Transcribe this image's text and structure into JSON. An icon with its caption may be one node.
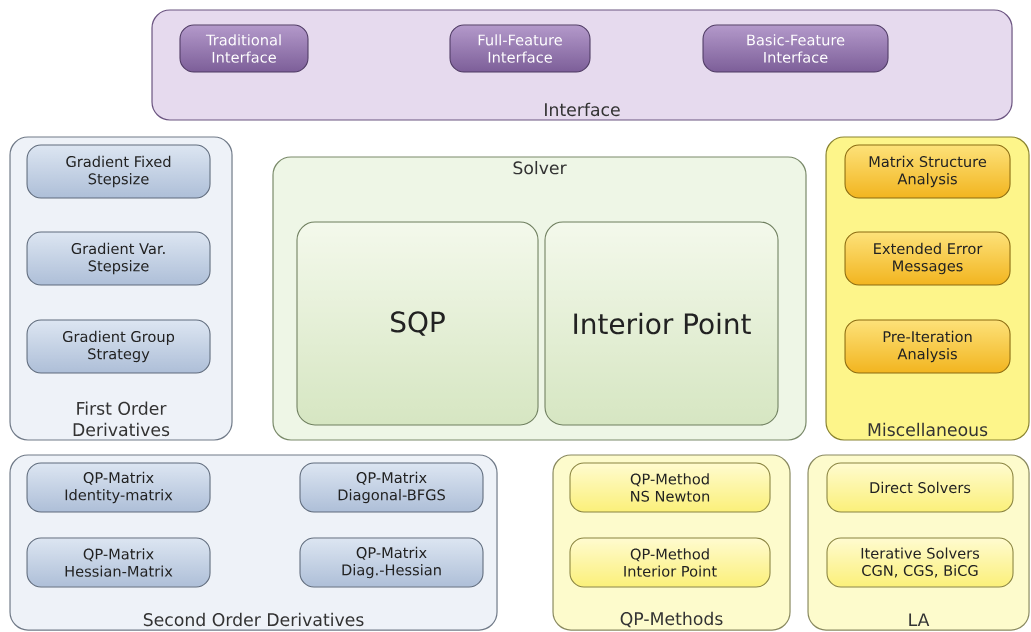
{
  "diagram": {
    "nodes": [
      {
        "text": [
          "Interface"
        ]
      },
      {
        "text": [
          "Traditional Interface"
        ],
        "in": 0
      },
      {
        "text": [
          "Full-Feature Interface"
        ],
        "in": 0
      },
      {
        "text": [
          "Basic-Feature Interface"
        ],
        "in": 0
      },
      {
        "text": [
          "First Order Derivatives"
        ]
      },
      {
        "text": [
          "Gradient Fixed Stepsize"
        ],
        "in": 4
      },
      {
        "text": [
          "Gradient Var. Stepsize"
        ],
        "in": 4
      },
      {
        "text": [
          "Gradient Group Strategy"
        ],
        "in": 4
      },
      {
        "text": [
          "Solver"
        ]
      },
      {
        "text": [
          "SQP"
        ],
        "in": 8
      },
      {
        "text": [
          "Interior Point"
        ],
        "in": 8
      },
      {
        "text": [
          "Miscellaneous"
        ]
      },
      {
        "text": [
          "Matrix Structure Analysis"
        ],
        "in": 11
      },
      {
        "text": [
          "Extended Error Messages"
        ],
        "in": 11
      },
      {
        "text": [
          "Pre-Iteration Analysis"
        ],
        "in": 11
      },
      {
        "text": [
          "Second Order Derivatives"
        ]
      },
      {
        "text": [
          "QP-Matrix Identity-matrix"
        ],
        "in": 15
      },
      {
        "text": [
          "QP-Matrix Diagonal-BFGS"
        ],
        "in": 15
      },
      {
        "text": [
          "QP-Matrix Hessian-Matrix"
        ],
        "in": 15
      },
      {
        "text": [
          "QP-Matrix Diag.-Hessian"
        ],
        "in": 15
      },
      {
        "text": [
          "QP-Methods"
        ]
      },
      {
        "text": [
          "QP-Method NS Newton"
        ],
        "in": 20
      },
      {
        "text": [
          "QP-Method Interior Point"
        ],
        "in": 20
      },
      {
        "text": [
          "LA"
        ]
      },
      {
        "text": [
          "Direct Solvers"
        ],
        "in": 23
      },
      {
        "text": [
          "Iterative Solvers CGN, CGS, BiCG"
        ],
        "in": 23
      }
    ]
  }
}
